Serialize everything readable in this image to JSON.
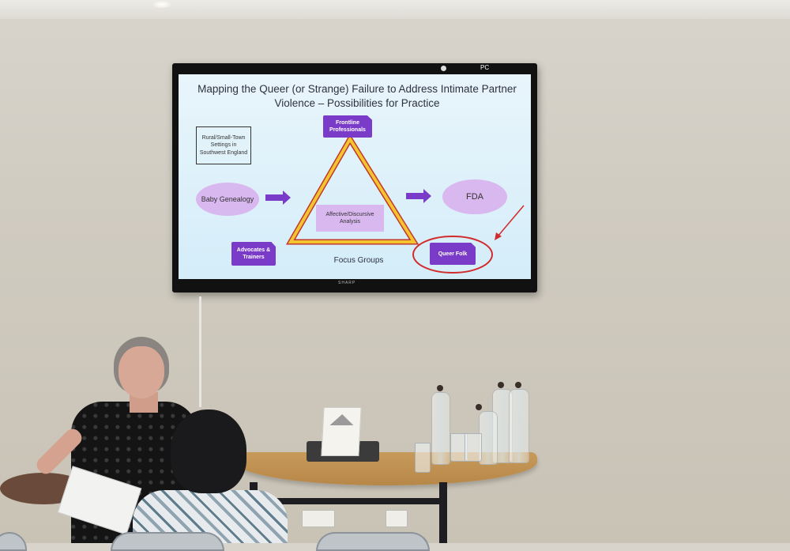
{
  "slide": {
    "title": "Mapping the Queer (or Strange) Failure to Address Intimate Partner Violence – Possibilities for Practice",
    "rural_box": "Rural/Small-Town Settings in Southwest England",
    "baby_genealogy": "Baby Genealogy",
    "frontline": "Frontline Professionals",
    "analysis": "Affective/Discursive Analysis",
    "fda": "FDA",
    "advocates": "Advocates & Trainers",
    "focus_groups": "Focus Groups",
    "queer_folk": "Queer Folk"
  },
  "tv": {
    "input_label": "PC",
    "brand": "SHARP"
  },
  "colors": {
    "tag_purple": "#7a3bc9",
    "ellipse_lilac": "#d9b7ef",
    "triangle_yellow": "#f4c430",
    "triangle_red": "#c0392b",
    "highlight_red": "#d22b2b"
  }
}
